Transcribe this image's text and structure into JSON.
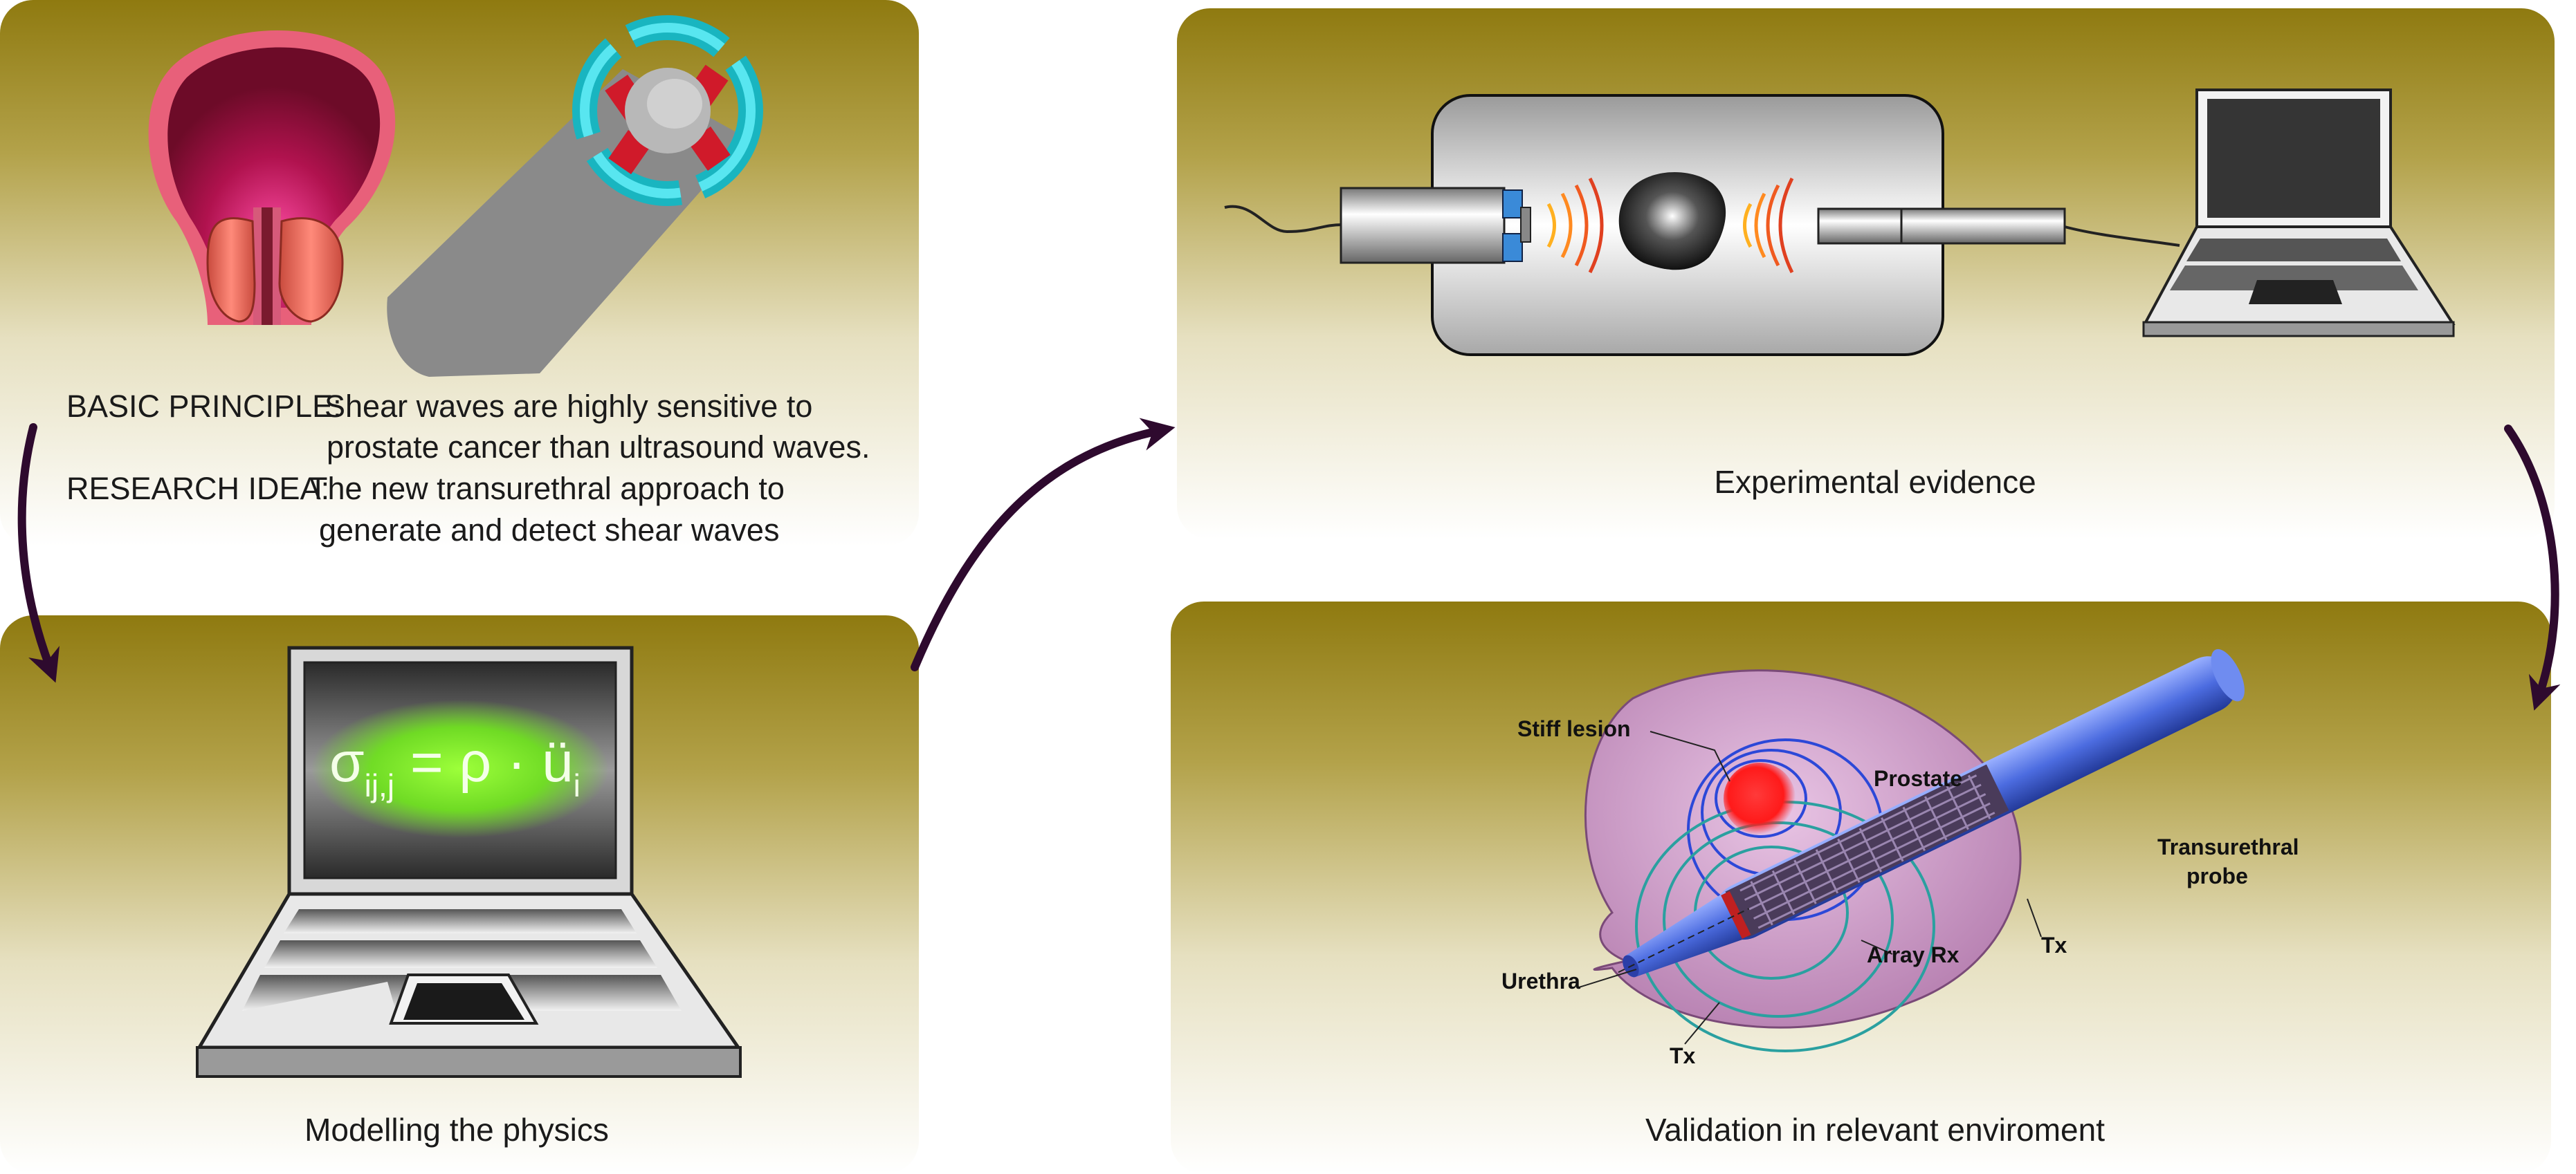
{
  "panel1": {
    "basic_label": "BASIC PRINCIPLE:",
    "basic_line1": "Shear waves are highly sensitive to",
    "basic_line2": "prostate cancer than ultrasound waves.",
    "idea_label": "RESEARCH IDEA:",
    "idea_line1": "The new transurethral approach to",
    "idea_line2": "generate and detect shear waves"
  },
  "panel2": {
    "caption": "Experimental evidence"
  },
  "panel3": {
    "caption": "Modelling the physics",
    "equation": {
      "sigma": "σ",
      "sub_ij": "ij,j",
      "mid": " = ρ · ü",
      "sub_i": "i"
    }
  },
  "panel4": {
    "caption": "Validation in relevant enviroment",
    "labels": {
      "stiff_lesion": "Stiff lesion",
      "prostate": "Prostate",
      "transurethral_line1": "Transurethral",
      "transurethral_line2": "probe",
      "urethra": "Urethra",
      "tx_left": "Tx",
      "tx_right": "Tx",
      "array_rx": "Array Rx"
    }
  },
  "colors": {
    "panel_top": "#8f7a10",
    "arrow": "#2e0a2e",
    "glow": "#7cff2a",
    "lesion": "#ff1a1a",
    "probe": "#4c6ce0"
  }
}
